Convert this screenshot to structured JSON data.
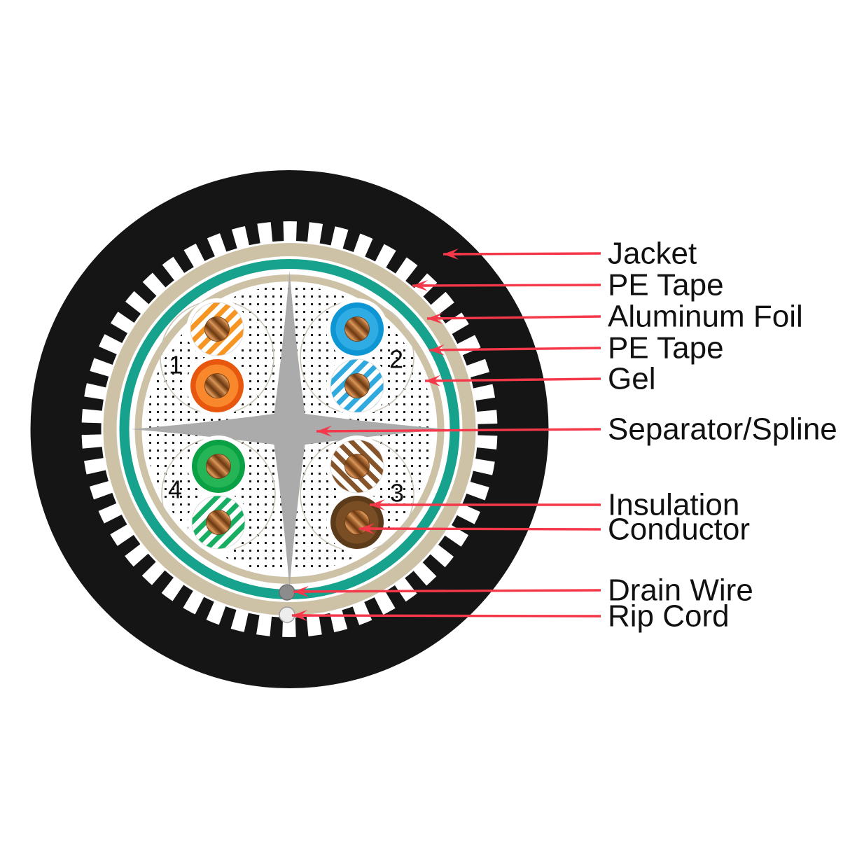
{
  "diagram_type": "cable-cross-section",
  "callouts": {
    "jacket": "Jacket",
    "pe_tape_outer": "PE Tape",
    "aluminum_foil": "Aluminum Foil",
    "pe_tape_inner": "PE Tape",
    "gel": "Gel",
    "separator_spline": "Separator/Spline",
    "insulation": "Insulation",
    "conductor": "Conductor",
    "drain_wire": "Drain Wire",
    "rip_cord": "Rip Cord"
  },
  "pairs": [
    {
      "number": "1",
      "color_name": "orange"
    },
    {
      "number": "2",
      "color_name": "blue"
    },
    {
      "number": "3",
      "color_name": "brown"
    },
    {
      "number": "4",
      "color_name": "green"
    }
  ],
  "colors": {
    "background": "#FFFFFF",
    "jacket": "#151515",
    "pe_tape": "#CDC1A6",
    "aluminum_foil": "#16A28C",
    "gel_dot": "#1A1A1A",
    "separator": "#ABABAB",
    "arrow": "#F5374A",
    "label_text": "#111111",
    "pair_outline": "#CBC5B8",
    "orange_body": "#F9872B",
    "orange_rim": "#E8570E",
    "orange_stripe": "#F79522",
    "blue_body": "#30ACE4",
    "blue_rim": "#0E95D4",
    "blue_stripe": "#2FA9DE",
    "green_body": "#25B556",
    "green_rim": "#0AA044",
    "green_stripe": "#17AD62",
    "brown_body": "#7A4E25",
    "brown_rim": "#5C3B1B",
    "brown_stripe": "#86542A",
    "copper_dark": "#6B3A12",
    "copper_mid": "#B5713A",
    "copper_light": "#D89A5E",
    "drain_wire_fill": "#8C8C8C",
    "drain_wire_edge": "#6E6E6E",
    "rip_cord_fill": "#EDEDED",
    "rip_cord_edge": "#9E9E9E"
  }
}
